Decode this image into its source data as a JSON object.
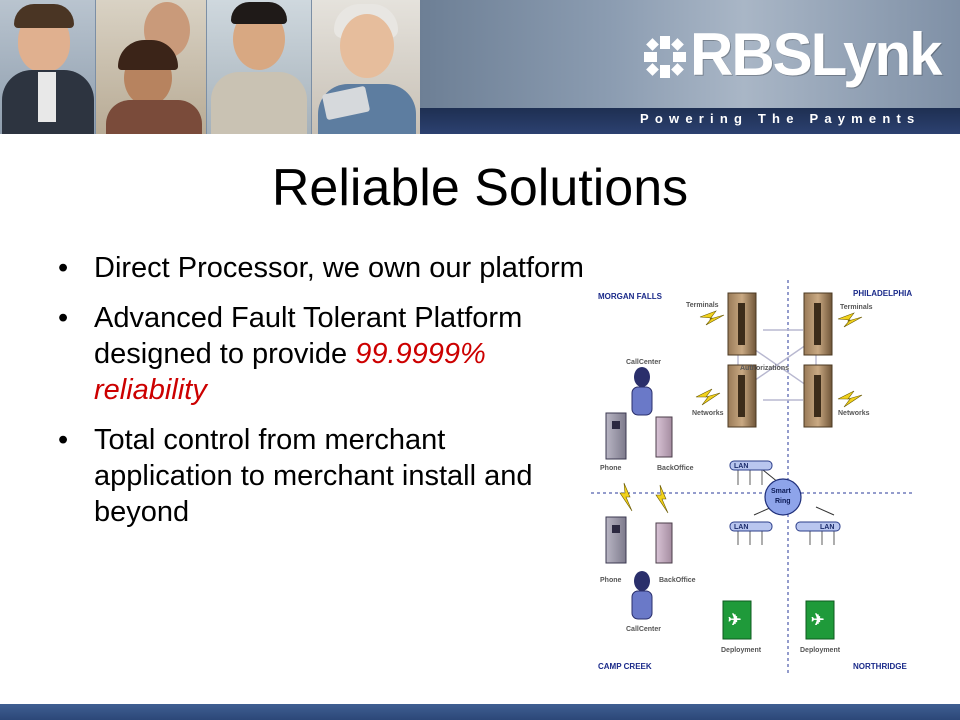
{
  "header": {
    "brand_name": "RBSLynk",
    "tagline": "Powering The Payments"
  },
  "slide": {
    "title": "Reliable Solutions",
    "bullets": [
      {
        "text": "Direct Processor, we own our platform"
      },
      {
        "text": "Advanced Fault Tolerant Platform designed to provide ",
        "highlight": "99.9999% reliability"
      },
      {
        "text": "Total control from merchant application to merchant install and beyond"
      }
    ]
  },
  "diagram": {
    "locations": {
      "top_left": "MORGAN FALLS",
      "top_right": "PHILADELPHIA",
      "bottom_left": "CAMP CREEK",
      "bottom_right": "NORTHRIDGE"
    },
    "labels": {
      "terminals_left": "Terminals",
      "terminals_right": "Terminals",
      "authorizations": "Authorizations",
      "networks_left": "Networks",
      "networks_right": "Networks",
      "callcenter_top": "CallCenter",
      "phone_top": "Phone",
      "backoffice_top": "BackOffice",
      "phone_bottom": "Phone",
      "backoffice_bottom": "BackOffice",
      "callcenter_bottom": "CallCenter",
      "lan_top": "LAN",
      "lan_left": "LAN",
      "lan_right": "LAN",
      "smart_ring_line1": "Smart",
      "smart_ring_line2": "Ring",
      "deployment_left": "Deployment",
      "deployment_right": "Deployment"
    }
  },
  "colors": {
    "title_text": "#000000",
    "highlight_text": "#cc0000",
    "location_label": "#1a2a8a",
    "banner_dark": "#1e2f52"
  }
}
